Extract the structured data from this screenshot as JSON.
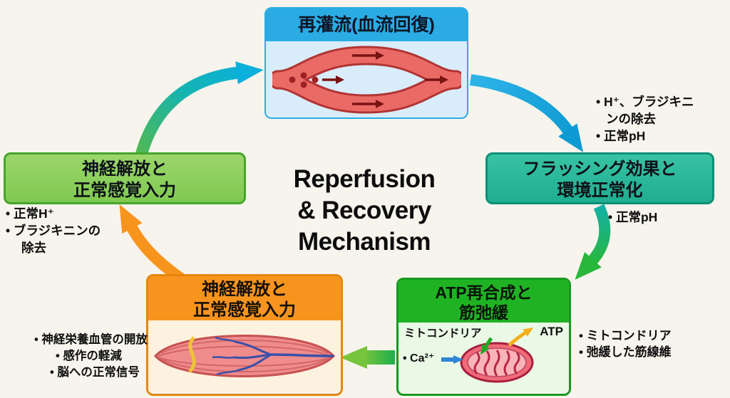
{
  "colors": {
    "background": "#f6f4ec",
    "reperfusion_blue": "#2aabe3",
    "flushing_teal": "#2ab69a",
    "atp_green": "#1fb324",
    "nerve_orange": "#f7941e",
    "nerve_light_green": "#8ed05e",
    "arrow_blue": "#0d9ad2",
    "arrow_cyan": "#0cb0dc",
    "arrow_green": "#28b73a",
    "arrow_orange": "#f7941e"
  },
  "title": {
    "line1": "Reperfusion",
    "line2": "& Recovery",
    "line3": "Mechanism"
  },
  "nodes": {
    "reperfusion": {
      "title": "再灌流(血流回復)"
    },
    "flushing": {
      "line1": "フラッシング効果と",
      "line2": "環境正常化"
    },
    "atp": {
      "line1": "ATP再合成と",
      "line2": "筋弛緩",
      "mitochondria_label": "ミトコンドリア",
      "atp_label": "ATP",
      "calcium_label": "• Ca²⁺"
    },
    "nerve_bottom": {
      "line1": "神経解放と",
      "line2": "正常感覚入力"
    },
    "nerve_left": {
      "line1": "神経解放と",
      "line2": "正常感覚入力"
    }
  },
  "annotations": {
    "flushing_top": {
      "line1": "• H⁺、ブラジキニ",
      "line2": "ンの除去",
      "line3": "• 正常pH"
    },
    "flushing_side": {
      "line1": "• 正常pH"
    },
    "atp_side": {
      "line1": "• ミトコンドリア",
      "line2": "• 弛緩した筋線維"
    },
    "nerve_left_side": {
      "line1": "• 正常H⁺",
      "line2": "• ブラジキニンの",
      "line3": "除去"
    },
    "nerve_bottom_side": {
      "line1": "• 神経栄養血管の開放",
      "line2": "• 感作の軽減",
      "line3": "• 脳への正常信号"
    }
  }
}
